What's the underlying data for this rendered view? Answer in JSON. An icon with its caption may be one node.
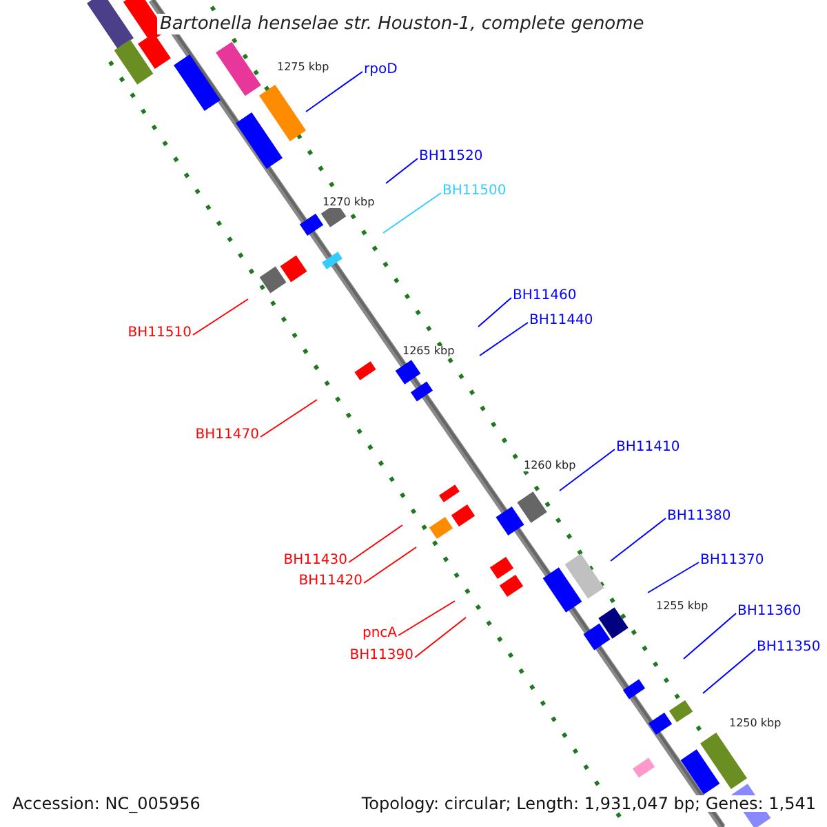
{
  "diagram": {
    "title": "Bartonella henselae str. Houston-1, complete genome",
    "nodes": [
      {
        "text": [
          "rpoD"
        ]
      },
      {
        "text": [
          "BH11520"
        ]
      },
      {
        "text": [
          "BH11500"
        ]
      },
      {
        "text": [
          "BH11510"
        ]
      },
      {
        "text": [
          "BH11460"
        ]
      },
      {
        "text": [
          "BH11440"
        ]
      },
      {
        "text": [
          "BH11470"
        ]
      },
      {
        "text": [
          "BH11410"
        ]
      },
      {
        "text": [
          "BH11380"
        ]
      },
      {
        "text": [
          "BH11430"
        ]
      },
      {
        "text": [
          "BH11420"
        ]
      },
      {
        "text": [
          "BH11370"
        ]
      },
      {
        "text": [
          "pncA"
        ]
      },
      {
        "text": [
          "BH11390"
        ]
      },
      {
        "text": [
          "BH11360"
        ]
      },
      {
        "text": [
          "BH11350"
        ]
      }
    ],
    "edges": [
      {
        "from": 0,
        "to": null,
        "arrow": "none"
      },
      {
        "from": 1,
        "to": null,
        "arrow": "none"
      },
      {
        "from": 2,
        "to": null,
        "arrow": "none",
        "color": "#33ccff"
      },
      {
        "from": 3,
        "to": null,
        "arrow": "none",
        "color": "#ff0000"
      },
      {
        "from": 4,
        "to": null,
        "arrow": "none"
      },
      {
        "from": 5,
        "to": null,
        "arrow": "none"
      },
      {
        "from": 6,
        "to": null,
        "arrow": "none",
        "color": "#ff0000"
      },
      {
        "from": 7,
        "to": null,
        "arrow": "none"
      },
      {
        "from": 8,
        "to": null,
        "arrow": "none"
      },
      {
        "from": 9,
        "to": null,
        "arrow": "none",
        "color": "#ff0000"
      },
      {
        "from": 10,
        "to": null,
        "arrow": "none",
        "color": "#ff0000"
      },
      {
        "from": 11,
        "to": null,
        "arrow": "none"
      },
      {
        "from": 12,
        "to": null,
        "arrow": "none",
        "color": "#ff0000"
      },
      {
        "from": 13,
        "to": null,
        "arrow": "none",
        "color": "#ff0000"
      },
      {
        "from": 14,
        "to": null,
        "arrow": "none"
      },
      {
        "from": 15,
        "to": null,
        "arrow": "none"
      }
    ],
    "labels": [
      "1275 kbp",
      "1270 kbp",
      "1265 kbp",
      "1260 kbp",
      "1255 kbp",
      "1250 kbp",
      "Accession: NC_005956",
      "Topology: circular; Length: 1,931,047 bp; Genes: 1,541"
    ]
  }
}
